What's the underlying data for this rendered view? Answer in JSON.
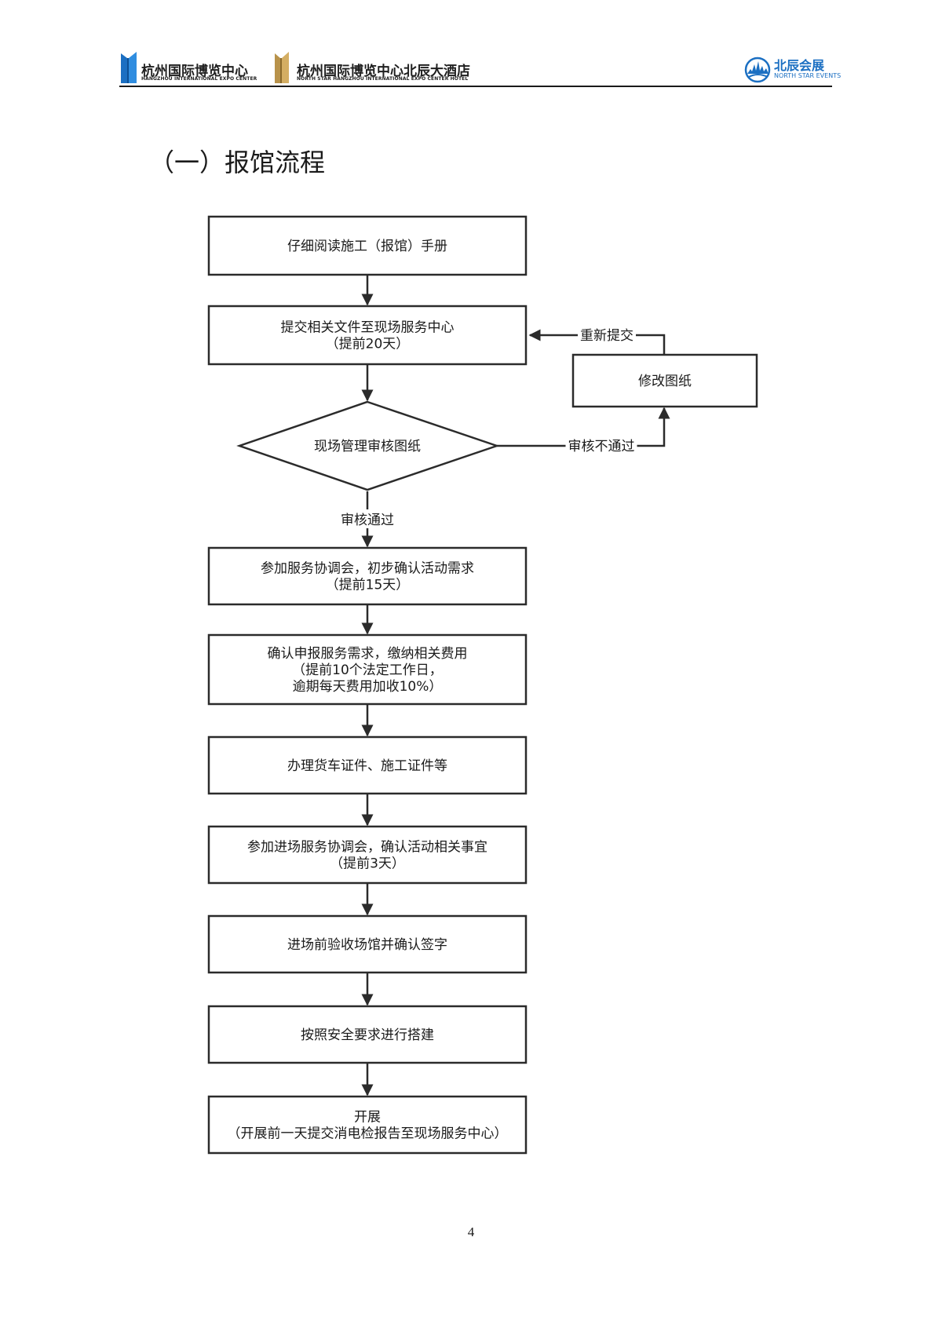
{
  "header": {
    "logo1_main": "杭州国际博览中心",
    "logo1_sub": "HANGZHOU INTERNATIONAL EXPO CENTER",
    "logo2_main": "杭州国际博览中心北辰大酒店",
    "logo2_sub": "NORTH STAR HANGZHOU INTERNATIONAL EXPO CENTER HOTEL",
    "logo3_main": "北辰会展",
    "logo3_sub": "NORTH STAR EVENTS"
  },
  "section_title": "（一）报馆流程",
  "flow": {
    "n1": [
      "仔细阅读施工（报馆）手册"
    ],
    "n2": [
      "提交相关文件至现场服务中心",
      "（提前20天）"
    ],
    "decision": [
      "现场管理审核图纸"
    ],
    "fix": [
      "修改图纸"
    ],
    "n3": [
      "参加服务协调会，初步确认活动需求",
      "（提前15天）"
    ],
    "n4": [
      "确认申报服务需求，缴纳相关费用",
      "（提前10个法定工作日，",
      "逾期每天费用加收10%）"
    ],
    "n5": [
      "办理货车证件、施工证件等"
    ],
    "n6": [
      "参加进场服务协调会，确认活动相关事宜",
      "（提前3天）"
    ],
    "n7": [
      "进场前验收场馆并确认签字"
    ],
    "n8": [
      "按照安全要求进行搭建"
    ],
    "n9": [
      "开展",
      "（开展前一天提交消电检报告至现场服务中心）"
    ],
    "edge_pass": "审核通过",
    "edge_fail": "审核不通过",
    "edge_resubmit": "重新提交"
  },
  "page_number": "4"
}
